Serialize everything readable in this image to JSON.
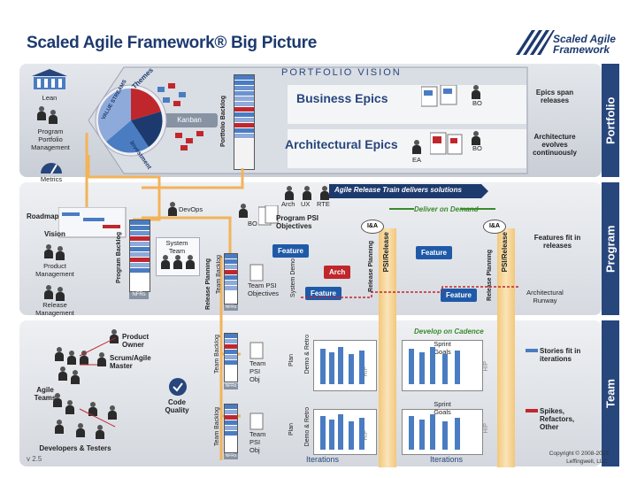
{
  "header": {
    "title": "Scaled Agile Framework® Big Picture",
    "logo_line1": "Scaled Agile",
    "logo_line2": "Framework"
  },
  "sidebar": {
    "portfolio": "Portfolio",
    "program": "Program",
    "team": "Team"
  },
  "portfolio": {
    "heading": "PORTFOLIO VISION",
    "business_epics": "Business Epics",
    "architectural_epics": "Architectural Epics",
    "bo1": "BO",
    "bo2": "BO",
    "ea": "EA",
    "epics_note": "Epics span releases",
    "arch_note": "Architecture evolves continuously",
    "kanban": "Kanban",
    "portfolio_backlog": "Portfolio Backlog",
    "value_streams": "VALUE STREAMS",
    "themes": "Themes",
    "investment": "Investment",
    "lean": "Lean",
    "ppm": "Program Portfolio Management",
    "metrics": "Metrics"
  },
  "program": {
    "roadmap": "Roadmap",
    "vision": "Vision",
    "product_management": "Product Management",
    "release_management": "Release Management",
    "devops": "DevOps",
    "system_team": "System Team",
    "program_backlog": "Program Backlog",
    "nfrs": "NFRs",
    "arch": "Arch",
    "ux": "UX",
    "rte": "RTE",
    "art_banner": "Agile Release Train delivers solutions",
    "deliver_on_demand": "Deliver on Demand",
    "bo": "BO",
    "program_psi_objectives": "Program PSI Objectives",
    "release_planning": "Release Planning",
    "team_backlog": "Team Backlog",
    "team_psi_objectives": "Team PSI Objectives",
    "system_demo": "System Demo",
    "psi_release": "PSI/Release",
    "ia": "I&A",
    "feature": "Feature",
    "arch_item": "Arch",
    "features_note": "Features fit in releases",
    "arch_runway": "Architectural Runway"
  },
  "team": {
    "product_owner": "Product Owner",
    "scrum_master": "Scrum/Agile Master",
    "agile_teams": "Agile Teams",
    "code_quality": "Code Quality",
    "devs_testers": "Developers & Testers",
    "develop_on_cadence": "Develop on Cadence",
    "sprint_goals": "Sprint Goals",
    "team_psi_obj": "Team PSI Obj",
    "team_backlog": "Team Backlog",
    "nfrs": "NFRs",
    "plan": "Plan",
    "demo_retro": "Demo & Retro",
    "hip": "HIP",
    "iterations": "Iterations",
    "stories_note": "Stories fit in iterations",
    "spikes_note": "Spikes, Refactors, Other"
  },
  "footer": {
    "version": "v 2.5",
    "copyright": "Copyright © 2008-2013 Leffingwell, LLC."
  },
  "colors": {
    "navy": "#27467c",
    "feature_blue": "#1f5aa8",
    "arch_red": "#c0272d",
    "release_orange": "#f3c77a",
    "green": "#3a8a2c"
  }
}
